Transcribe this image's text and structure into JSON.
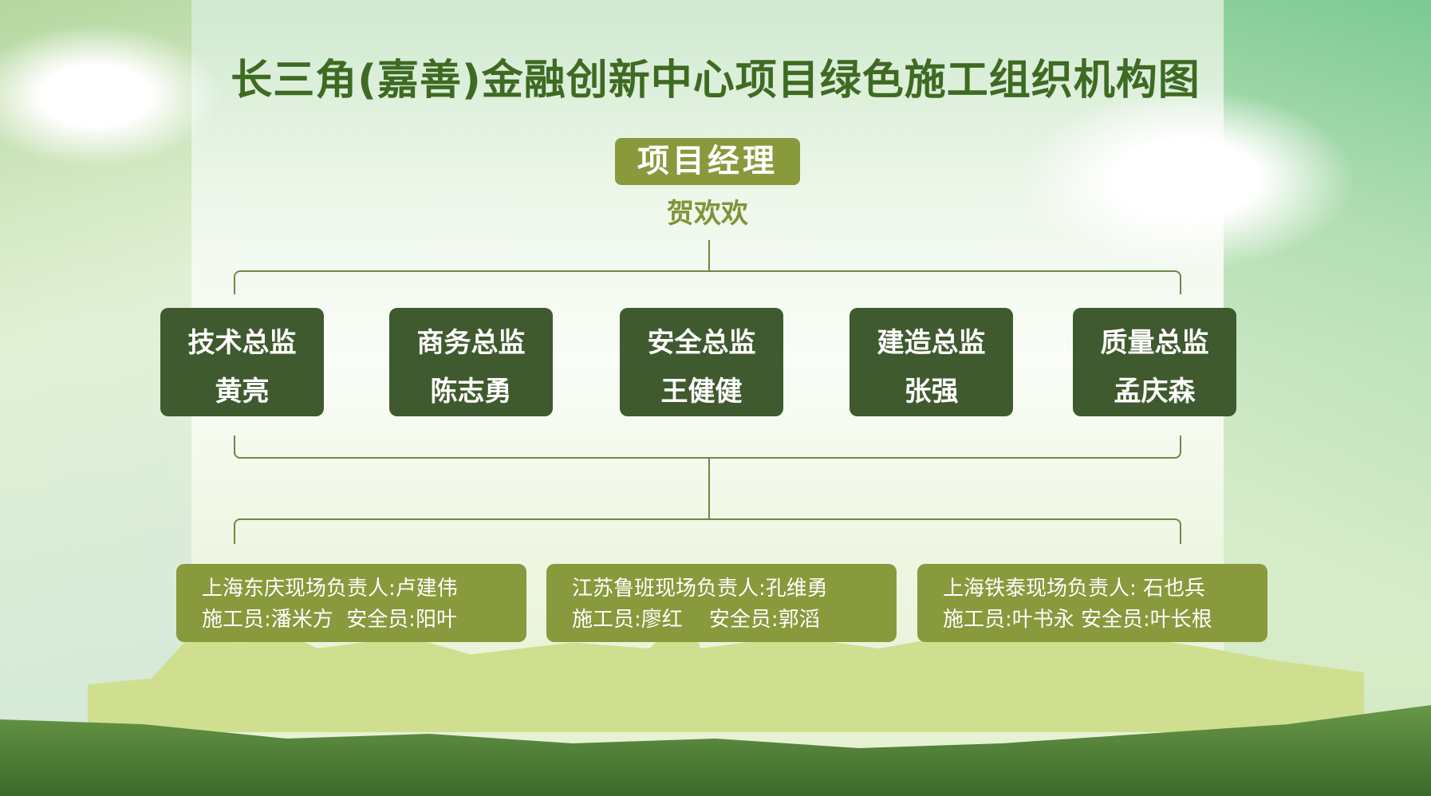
{
  "title": "长三角(嘉善)金融创新中心项目绿色施工组织机构图",
  "manager": {
    "role": "项目经理",
    "name": "贺欢欢"
  },
  "directors": [
    {
      "role": "技术总监",
      "name": "黄亮"
    },
    {
      "role": "商务总监",
      "name": "陈志勇"
    },
    {
      "role": "安全总监",
      "name": "王健健"
    },
    {
      "role": "建造总监",
      "name": "张强"
    },
    {
      "role": "质量总监",
      "name": "孟庆森"
    }
  ],
  "sites": [
    {
      "line1": "上海东庆现场负责人:卢建伟",
      "line2": "施工员:潘米方  安全员:阳叶"
    },
    {
      "line1": "江苏鲁班现场负责人:孔维勇",
      "line2": "施工员:廖红    安全员:郭滔"
    },
    {
      "line1": "上海铁泰现场负责人: 石也兵",
      "line2": "施工员:叶书永 安全员:叶长根"
    }
  ]
}
